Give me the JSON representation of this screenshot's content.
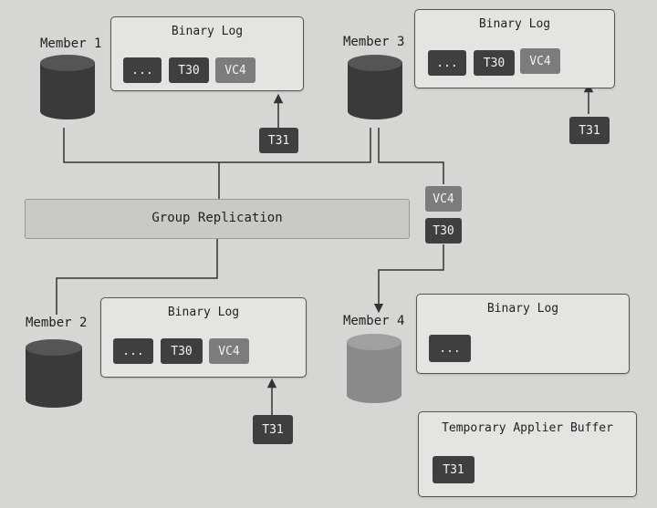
{
  "members": {
    "m1": {
      "label": "Member 1"
    },
    "m2": {
      "label": "Member 2"
    },
    "m3": {
      "label": "Member 3"
    },
    "m4": {
      "label": "Member 4"
    }
  },
  "binlog_title": "Binary Log",
  "chips": {
    "ellipsis": "...",
    "t30": "T30",
    "vc4": "VC4",
    "t31": "T31"
  },
  "group_replication": "Group Replication",
  "temp_buffer_title": "Temporary Applier Buffer",
  "colors": {
    "background": "#d6d6d4",
    "box_fill": "#e4e4e2",
    "chip_dark": "#3f3f3f",
    "chip_mid": "#7c7c7c",
    "band_fill": "#c9c9c7",
    "cylinder_dark": "#3a3a3a",
    "cylinder_light": "#8a8a8a"
  }
}
